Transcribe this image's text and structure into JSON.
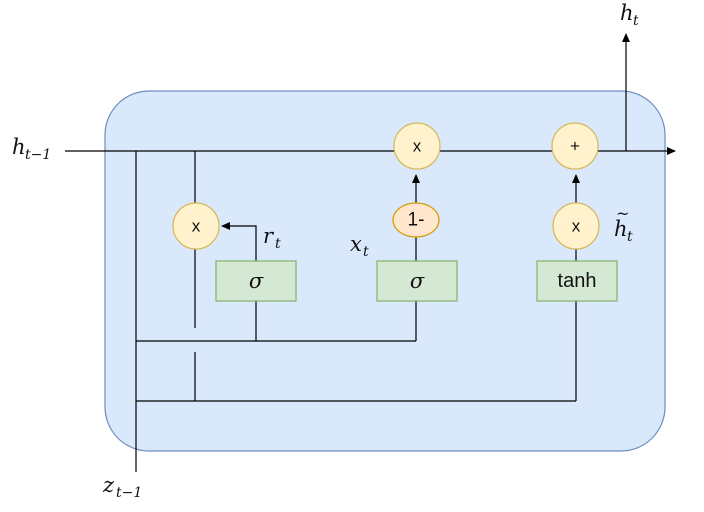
{
  "colors": {
    "background_box_fill": "#dae8fc",
    "background_box_stroke": "#6c8ebf",
    "op_fill": "#fff2cc",
    "op_stroke": "#d6b656",
    "one_minus_fill": "#ffe6cc",
    "one_minus_stroke": "#d79b00",
    "gate_fill": "#d5e8d4",
    "gate_stroke": "#82b366"
  },
  "operators": {
    "reset_multiply": "x",
    "update_multiply": "x",
    "one_minus": "1-",
    "add": "+",
    "candidate_multiply": "x"
  },
  "gates": {
    "reset_gate": "σ",
    "update_gate": "σ",
    "candidate_gate": "tanh"
  },
  "labels": {
    "h_prev": {
      "base": "h",
      "sub": "t−1"
    },
    "h_out": {
      "base": "h",
      "sub": "t"
    },
    "z_prev": {
      "base": "z",
      "sub": "t−1"
    },
    "r_t": {
      "base": "r",
      "sub": "t"
    },
    "x_t": {
      "base": "x",
      "sub": "t"
    },
    "h_tilde": {
      "base": "h",
      "sub": "t",
      "accent": "~"
    }
  }
}
